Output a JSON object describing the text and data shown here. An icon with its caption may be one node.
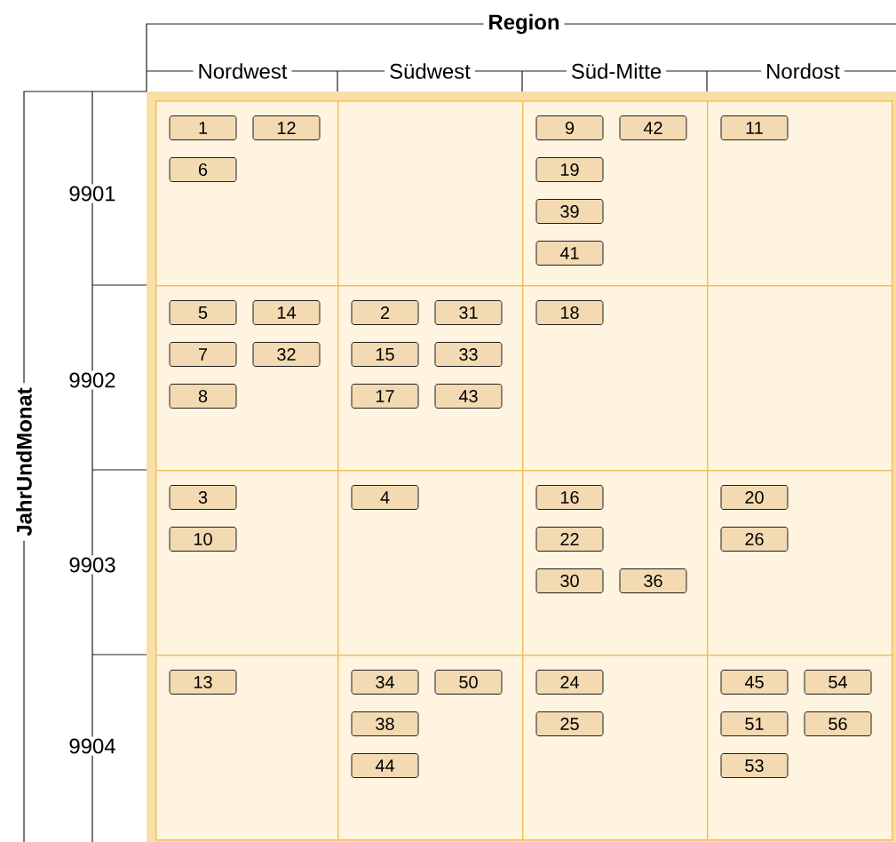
{
  "diagram": {
    "nodes": [
      {
        "text": [],
        "shape": "box"
      },
      {
        "text": [
          "1"
        ],
        "in": 0
      },
      {
        "text": [
          "12"
        ],
        "in": 0
      },
      {
        "text": [
          "6"
        ],
        "in": 0
      },
      {
        "text": [],
        "shape": "box"
      },
      {
        "text": [],
        "shape": "box"
      },
      {
        "text": [
          "9"
        ],
        "in": 5
      },
      {
        "text": [
          "42"
        ],
        "in": 5
      },
      {
        "text": [
          "19"
        ],
        "in": 5
      },
      {
        "text": [
          "39"
        ],
        "in": 5
      },
      {
        "text": [
          "41"
        ],
        "in": 5
      },
      {
        "text": [],
        "shape": "box"
      },
      {
        "text": [
          "11"
        ],
        "in": 11
      },
      {
        "text": [],
        "shape": "box"
      },
      {
        "text": [
          "5"
        ],
        "in": 13
      },
      {
        "text": [
          "14"
        ],
        "in": 13
      },
      {
        "text": [
          "7"
        ],
        "in": 13
      },
      {
        "text": [
          "32"
        ],
        "in": 13
      },
      {
        "text": [
          "8"
        ],
        "in": 13
      },
      {
        "text": [],
        "shape": "box"
      },
      {
        "text": [
          "2"
        ],
        "in": 19
      },
      {
        "text": [
          "31"
        ],
        "in": 19
      },
      {
        "text": [
          "15"
        ],
        "in": 19
      },
      {
        "text": [
          "33"
        ],
        "in": 19
      },
      {
        "text": [
          "17"
        ],
        "in": 19
      },
      {
        "text": [
          "43"
        ],
        "in": 19
      },
      {
        "text": [],
        "shape": "box"
      },
      {
        "text": [
          "18"
        ],
        "in": 26
      },
      {
        "text": [],
        "shape": "box"
      },
      {
        "text": [],
        "shape": "box"
      },
      {
        "text": [
          "3"
        ],
        "in": 29
      },
      {
        "text": [
          "10"
        ],
        "in": 29
      },
      {
        "text": [],
        "shape": "box"
      },
      {
        "text": [
          "4"
        ],
        "in": 32
      },
      {
        "text": [],
        "shape": "box"
      },
      {
        "text": [
          "16"
        ],
        "in": 34
      },
      {
        "text": [
          "22"
        ],
        "in": 34
      },
      {
        "text": [
          "30"
        ],
        "in": 34
      },
      {
        "text": [
          "36"
        ],
        "in": 34
      },
      {
        "text": [],
        "shape": "box"
      },
      {
        "text": [
          "20"
        ],
        "in": 39
      },
      {
        "text": [
          "26"
        ],
        "in": 39
      },
      {
        "text": [],
        "shape": "box"
      },
      {
        "text": [
          "13"
        ],
        "in": 42
      },
      {
        "text": [],
        "shape": "box"
      },
      {
        "text": [
          "34"
        ],
        "in": 44
      },
      {
        "text": [
          "50"
        ],
        "in": 44
      },
      {
        "text": [
          "38"
        ],
        "in": 44
      },
      {
        "text": [
          "44"
        ],
        "in": 44
      },
      {
        "text": [],
        "shape": "box"
      },
      {
        "text": [
          "24"
        ],
        "in": 49
      },
      {
        "text": [
          "25"
        ],
        "in": 49
      },
      {
        "text": [],
        "shape": "box"
      },
      {
        "text": [
          "45"
        ],
        "in": 52
      },
      {
        "text": [
          "54"
        ],
        "in": 52
      },
      {
        "text": [
          "51"
        ],
        "in": 52
      },
      {
        "text": [
          "56"
        ],
        "in": 52
      },
      {
        "text": [
          "53"
        ],
        "in": 52
      }
    ],
    "labels": [
      "Region",
      "Nordwest",
      "Südwest",
      "Süd-Mitte",
      "Nordost",
      "JahrUndMonat",
      "9901",
      "9902",
      "9903",
      "9904"
    ]
  }
}
